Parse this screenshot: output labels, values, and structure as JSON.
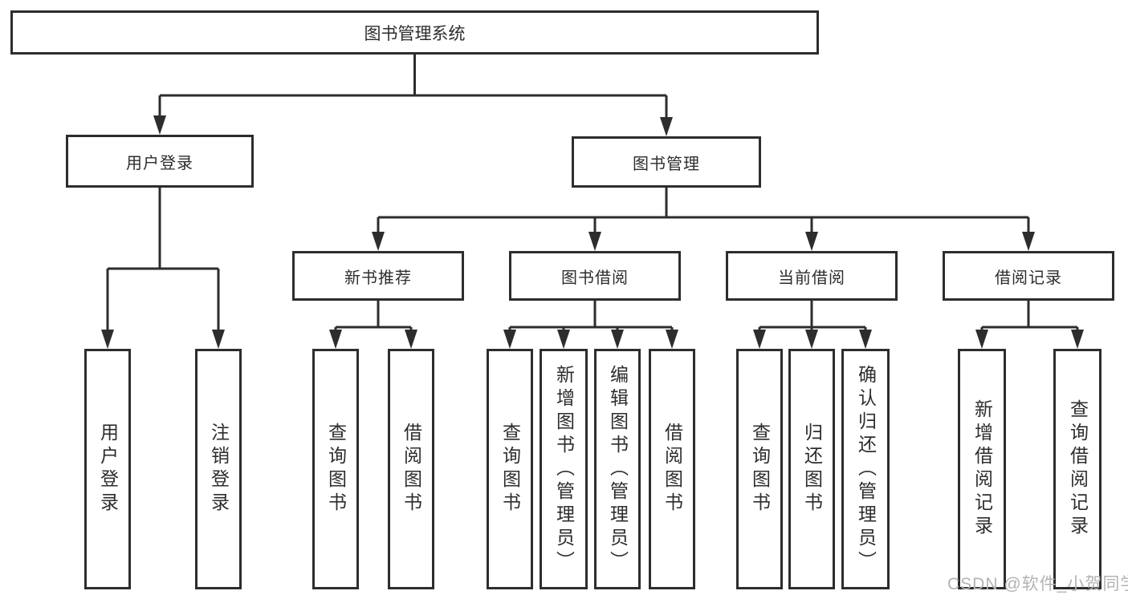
{
  "diagram": {
    "root": {
      "label": "图书管理系统"
    },
    "branches": {
      "user_login": {
        "label": "用户登录",
        "children": [
          "用户登录",
          "注销登录"
        ]
      },
      "book_management": {
        "label": "图书管理",
        "children": {
          "new_book_recommend": {
            "label": "新书推荐",
            "children": [
              "查询图书",
              "借阅图书"
            ]
          },
          "book_borrow": {
            "label": "图书借阅",
            "children": [
              "查询图书",
              "新增图书（管理员）",
              "编辑图书（管理员）",
              "借阅图书"
            ]
          },
          "current_borrow": {
            "label": "当前借阅",
            "children": [
              "查询图书",
              "归还图书",
              "确认归还（管理员）"
            ]
          },
          "borrow_records": {
            "label": "借阅记录",
            "children": [
              "新增借阅记录",
              "查询借阅记录"
            ]
          }
        }
      }
    },
    "watermark": "CSDN @软件_小贺同学",
    "colors": {
      "line": "#2d2d2d",
      "text": "#2d2d2d",
      "background": "#ffffff",
      "watermark": "#b3b3b3"
    }
  }
}
